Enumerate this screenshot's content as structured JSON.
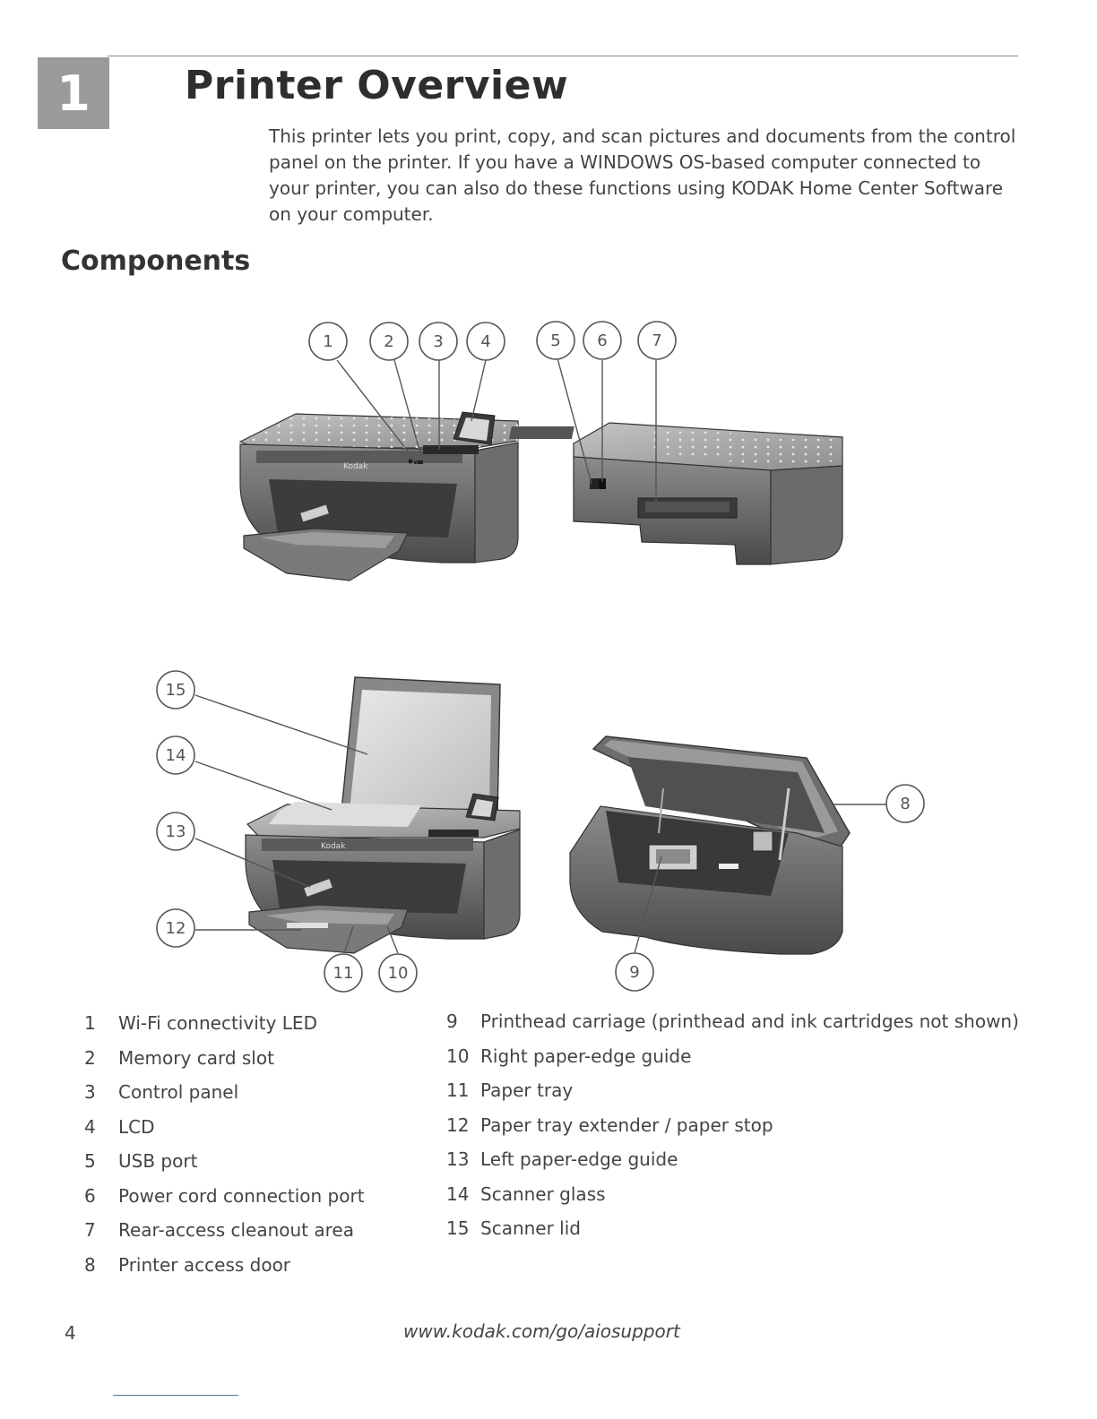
{
  "chapter": {
    "number": "1",
    "title": "Printer Overview"
  },
  "intro": "This printer lets you print, copy, and scan pictures and documents from the control panel on the printer. If you have a WINDOWS OS-based computer connected to your printer, you can also do these functions using KODAK Home Center Software on your computer.",
  "section_title": "Components",
  "brand_mark": "Kodak",
  "callouts": {
    "c1": "1",
    "c2": "2",
    "c3": "3",
    "c4": "4",
    "c5": "5",
    "c6": "6",
    "c7": "7",
    "c8": "8",
    "c9": "9",
    "c10": "10",
    "c11": "11",
    "c12": "12",
    "c13": "13",
    "c14": "14",
    "c15": "15"
  },
  "components_left": [
    {
      "num": "1",
      "label": "Wi-Fi connectivity LED"
    },
    {
      "num": "2",
      "label": "Memory card slot"
    },
    {
      "num": "3",
      "label": "Control panel"
    },
    {
      "num": "4",
      "label": "LCD"
    },
    {
      "num": "5",
      "label": "USB port"
    },
    {
      "num": "6",
      "label": "Power cord connection port"
    },
    {
      "num": "7",
      "label": "Rear-access cleanout area"
    },
    {
      "num": "8",
      "label": "Printer access door"
    }
  ],
  "components_right": [
    {
      "num": "9",
      "label": "Printhead carriage (printhead and ink cartridges not shown)"
    },
    {
      "num": "10",
      "label": "Right paper-edge guide"
    },
    {
      "num": "11",
      "label": "Paper tray"
    },
    {
      "num": "12",
      "label": "Paper tray extender / paper stop"
    },
    {
      "num": "13",
      "label": "Left paper-edge guide"
    },
    {
      "num": "14",
      "label": "Scanner glass"
    },
    {
      "num": "15",
      "label": "Scanner lid"
    }
  ],
  "footer": {
    "page_number": "4",
    "url": "www.kodak.com/go/aiosupport"
  }
}
